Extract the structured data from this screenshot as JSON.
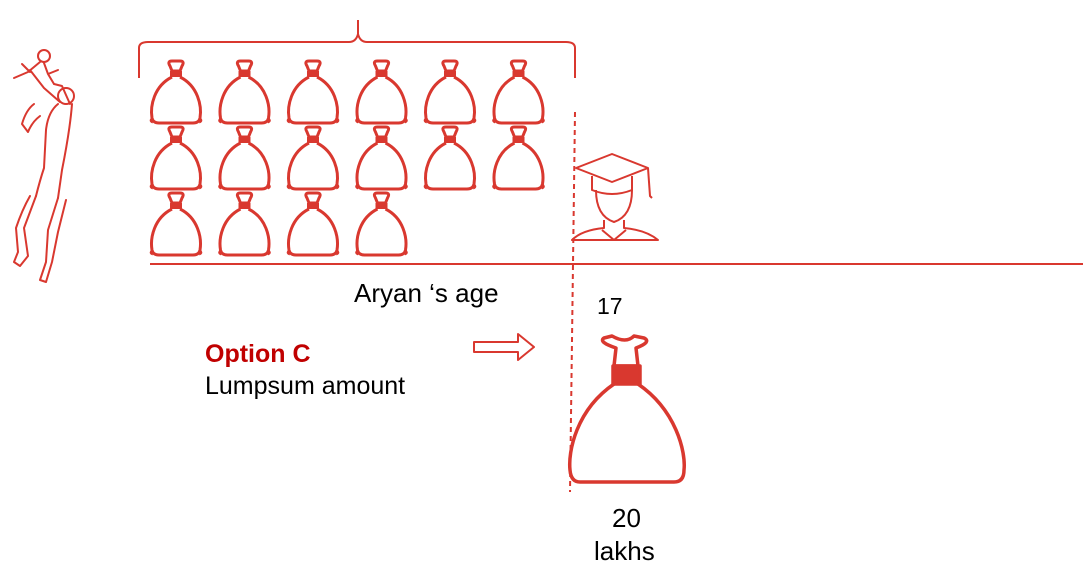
{
  "colors": {
    "accent": "#d9382f",
    "option_title": "#c00000",
    "text": "#000000"
  },
  "icons": {
    "money_bag": "money-bag-icon",
    "parent_child": "parent-with-child-icon",
    "graduate": "graduate-icon",
    "arrow": "right-arrow-icon"
  },
  "timeline": {
    "axis_label": "Aryan ‘s age",
    "marker_age": "17",
    "installment_bag_count": 16
  },
  "option": {
    "title": "Option C",
    "subtitle": "Lumpsum amount"
  },
  "lumpsum": {
    "amount": "20",
    "unit": "lakhs"
  }
}
